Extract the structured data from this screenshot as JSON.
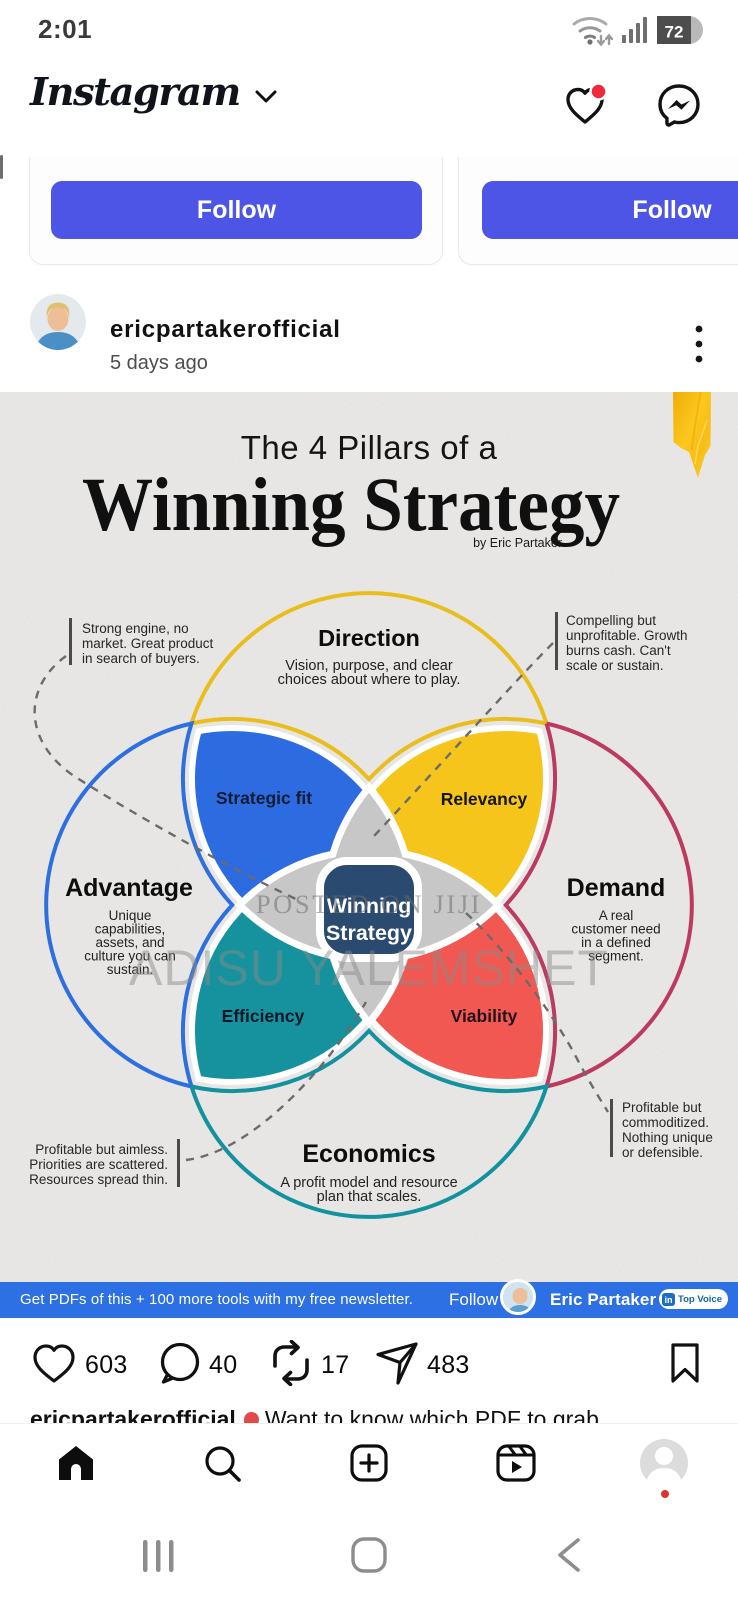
{
  "status_bar": {
    "time": "2:01",
    "battery_percent": "72"
  },
  "header": {
    "app_name": "Instagram"
  },
  "suggestions": {
    "left_card": {
      "follow_label": "Follow"
    },
    "right_card": {
      "follow_label": "Follow"
    }
  },
  "post_header": {
    "username": "ericpartakerofficial",
    "timestamp": "5 days ago"
  },
  "infographic": {
    "title_line1": "The 4 Pillars of a",
    "title_line2": "Winning Strategy",
    "byline": "by Eric Partaker",
    "pillars": {
      "direction": {
        "label": "Direction",
        "desc": [
          "Vision, purpose, and clear",
          "choices about where to play."
        ]
      },
      "advantage": {
        "label": "Advantage",
        "desc": [
          "Unique",
          "capabilities,",
          "assets, and",
          "culture you can",
          "sustain."
        ]
      },
      "demand": {
        "label": "Demand",
        "desc": [
          "A real",
          "customer need",
          "in a defined",
          "segment."
        ]
      },
      "economics": {
        "label": "Economics",
        "desc": [
          "A profit model and resource",
          "plan that scales."
        ]
      }
    },
    "intersections": {
      "strategic_fit": "Strategic fit",
      "relevancy": "Relevancy",
      "efficiency": "Efficiency",
      "viability": "Viability",
      "center": [
        "Winning",
        "Strategy"
      ]
    },
    "callouts": {
      "top_left": [
        "Strong engine, no",
        "market. Great product",
        "in search of buyers."
      ],
      "top_right": [
        "Compelling but",
        "unprofitable. Growth",
        "burns cash. Can't",
        "scale or sustain."
      ],
      "bottom_left": [
        "Profitable but aimless.",
        "Priorities are scattered.",
        "Resources spread thin."
      ],
      "bottom_right": [
        "Profitable but",
        "commoditized.",
        "Nothing unique",
        "or defensible."
      ]
    },
    "watermark_line1": "POSTED ON JIJI",
    "watermark_line2": "ADISU YALEMSHET",
    "colors": {
      "direction_outline": "#e9be1c",
      "advantage_outline": "#2e6fdf",
      "demand_outline": "#bc3a60",
      "economics_outline": "#12929e",
      "strategic_fit_fill": "#2d6be1",
      "relevancy_fill": "#f6c51b",
      "efficiency_fill": "#15929d",
      "viability_fill": "#f15852",
      "gray_fill": "#c9c9c9",
      "center_fill": "#2b4a70",
      "paper": "#f3f2f0"
    }
  },
  "banner": {
    "message": "Get PDFs of this + 100 more tools with my free newsletter.",
    "follow_label": "Follow",
    "name": "Eric Partaker",
    "badge_icon": "in",
    "badge_label": "Top Voice",
    "background": "#2c70e4"
  },
  "actions": {
    "likes": "603",
    "comments": "40",
    "reposts": "17",
    "shares": "483"
  },
  "caption": {
    "username": "ericpartakerofficial",
    "text": "Want to know which PDF to grab"
  }
}
